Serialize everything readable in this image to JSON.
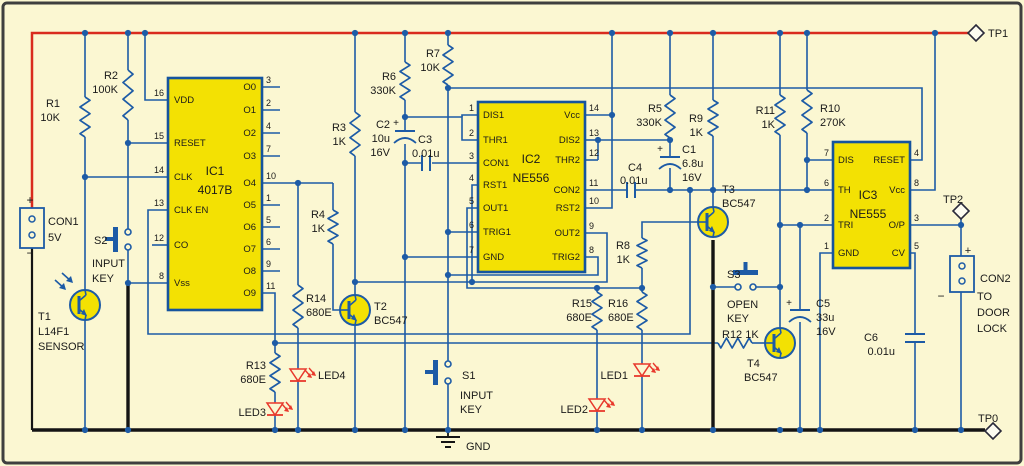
{
  "colors": {
    "background": "#FBF7D2",
    "border": "#3f3f3f",
    "wire": "#1d5ba6",
    "power_rail": "#d92b1e",
    "ground_rail": "#141414",
    "ic_fill": "#f3e103",
    "ic_border": "#15549e",
    "led": "#e8382c",
    "text": "#1a1a1a"
  },
  "test_points": [
    "TP1",
    "TP2",
    "TP0"
  ],
  "texts": [
    [
      988,
      37,
      "s",
      11,
      "TP1"
    ],
    [
      943,
      203,
      "s",
      11,
      "TP2"
    ],
    [
      978,
      422,
      "s",
      11,
      "TP0"
    ],
    [
      466,
      450,
      "s",
      11,
      "GND"
    ],
    [
      60,
      107,
      "e",
      11,
      "R1"
    ],
    [
      60,
      121,
      "e",
      11,
      "10K"
    ],
    [
      118,
      79,
      "e",
      11,
      "R2"
    ],
    [
      118,
      93,
      "e",
      11,
      "100K"
    ],
    [
      48,
      225,
      "s",
      11,
      "CON1"
    ],
    [
      48,
      241,
      "s",
      11,
      "5V"
    ],
    [
      30,
      204,
      "m",
      12,
      "+"
    ],
    [
      30,
      257,
      "m",
      12,
      "−"
    ],
    [
      94,
      244,
      "s",
      11,
      "S2"
    ],
    [
      92,
      267,
      "s",
      11,
      "INPUT"
    ],
    [
      92,
      282,
      "s",
      11,
      "KEY"
    ],
    [
      38,
      320,
      "s",
      11,
      "T1"
    ],
    [
      38,
      335,
      "s",
      11,
      "L14F1"
    ],
    [
      38,
      350,
      "s",
      11,
      "SENSOR"
    ],
    [
      215,
      175,
      "m",
      12,
      "IC1"
    ],
    [
      215,
      194,
      "m",
      12,
      "4017B"
    ],
    [
      174,
      103,
      "s",
      9.5,
      "VDD"
    ],
    [
      174,
      146,
      "s",
      9.5,
      "RESET"
    ],
    [
      174,
      180,
      "s",
      9.5,
      "CLK"
    ],
    [
      174,
      213,
      "s",
      9.5,
      "CLK EN"
    ],
    [
      174,
      248,
      "s",
      9.5,
      "CO"
    ],
    [
      174,
      286,
      "s",
      9.5,
      "Vss"
    ],
    [
      256,
      90,
      "e",
      9.5,
      "O0"
    ],
    [
      256,
      113,
      "e",
      9.5,
      "O1"
    ],
    [
      256,
      136,
      "e",
      9.5,
      "O2"
    ],
    [
      256,
      159,
      "e",
      9.5,
      "O3"
    ],
    [
      256,
      186,
      "e",
      9.5,
      "O4"
    ],
    [
      256,
      208,
      "e",
      9.5,
      "O5"
    ],
    [
      256,
      230,
      "e",
      9.5,
      "O6"
    ],
    [
      256,
      252,
      "e",
      9.5,
      "O7"
    ],
    [
      256,
      274,
      "e",
      9.5,
      "O8"
    ],
    [
      256,
      296,
      "e",
      9.5,
      "O9"
    ],
    [
      164,
      96,
      "e",
      9,
      "16"
    ],
    [
      164,
      139,
      "e",
      9,
      "15"
    ],
    [
      164,
      173,
      "e",
      9,
      "14"
    ],
    [
      164,
      206,
      "e",
      9,
      "13"
    ],
    [
      164,
      241,
      "e",
      9,
      "12"
    ],
    [
      164,
      279,
      "e",
      9,
      "8"
    ],
    [
      266,
      83,
      "s",
      9,
      "3"
    ],
    [
      266,
      106,
      "s",
      9,
      "2"
    ],
    [
      266,
      129,
      "s",
      9,
      "4"
    ],
    [
      266,
      152,
      "s",
      9,
      "7"
    ],
    [
      266,
      179,
      "s",
      9,
      "10"
    ],
    [
      266,
      201,
      "s",
      9,
      "1"
    ],
    [
      266,
      223,
      "s",
      9,
      "5"
    ],
    [
      266,
      245,
      "s",
      9,
      "6"
    ],
    [
      266,
      267,
      "s",
      9,
      "9"
    ],
    [
      266,
      289,
      "s",
      9,
      "11"
    ],
    [
      346,
      131,
      "e",
      11,
      "R3"
    ],
    [
      346,
      145,
      "e",
      11,
      "1K"
    ],
    [
      325,
      218,
      "e",
      11,
      "R4"
    ],
    [
      325,
      232,
      "e",
      11,
      "1K"
    ],
    [
      306,
      302,
      "s",
      11,
      "R14"
    ],
    [
      306,
      316,
      "s",
      11,
      "680E"
    ],
    [
      266,
      369,
      "e",
      11,
      "R13"
    ],
    [
      266,
      383,
      "e",
      11,
      "680E"
    ],
    [
      318,
      379,
      "s",
      11,
      "LED4"
    ],
    [
      266,
      416,
      "e",
      11,
      "LED3"
    ],
    [
      374,
      310,
      "s",
      11,
      "T2"
    ],
    [
      374,
      324,
      "s",
      11,
      "BC547"
    ],
    [
      396,
      80,
      "e",
      11,
      "R6"
    ],
    [
      396,
      94,
      "e",
      11,
      "330K"
    ],
    [
      440,
      57,
      "e",
      11,
      "R7"
    ],
    [
      440,
      71,
      "e",
      11,
      "10K"
    ],
    [
      390,
      128,
      "e",
      11,
      "C2"
    ],
    [
      390,
      142,
      "e",
      11,
      "10u"
    ],
    [
      390,
      156,
      "e",
      11,
      "16V"
    ],
    [
      396,
      126,
      "m",
      10,
      "+"
    ],
    [
      418,
      143,
      "s",
      11,
      "C3"
    ],
    [
      412,
      157,
      "s",
      11,
      "0.01u"
    ],
    [
      462,
      379,
      "s",
      11,
      "S1"
    ],
    [
      460,
      399,
      "s",
      11,
      "INPUT"
    ],
    [
      460,
      413,
      "s",
      11,
      "KEY"
    ],
    [
      531,
      163,
      "m",
      12,
      "IC2"
    ],
    [
      531,
      182,
      "m",
      12,
      "NE556"
    ],
    [
      483,
      118,
      "s",
      9.5,
      "DIS1"
    ],
    [
      483,
      143,
      "s",
      9.5,
      "THR1"
    ],
    [
      483,
      166,
      "s",
      9.5,
      "CON1"
    ],
    [
      483,
      188,
      "s",
      9.5,
      "RST1"
    ],
    [
      483,
      211,
      "s",
      9.5,
      "OUT1"
    ],
    [
      483,
      235,
      "s",
      9.5,
      "TRIG1"
    ],
    [
      483,
      260,
      "s",
      9.5,
      "GND"
    ],
    [
      580,
      118,
      "e",
      9.5,
      "Vcc"
    ],
    [
      580,
      143,
      "e",
      9.5,
      "DIS2"
    ],
    [
      580,
      163,
      "e",
      9.5,
      "THR2"
    ],
    [
      580,
      193,
      "e",
      9.5,
      "CON2"
    ],
    [
      580,
      211,
      "e",
      9.5,
      "RST2"
    ],
    [
      580,
      236,
      "e",
      9.5,
      "OUT2"
    ],
    [
      580,
      260,
      "e",
      9.5,
      "TRIG2"
    ],
    [
      474,
      111,
      "e",
      9,
      "1"
    ],
    [
      474,
      136,
      "e",
      9,
      "2"
    ],
    [
      474,
      159,
      "e",
      9,
      "3"
    ],
    [
      474,
      181,
      "e",
      9,
      "4"
    ],
    [
      474,
      204,
      "e",
      9,
      "5"
    ],
    [
      474,
      228,
      "e",
      9,
      "6"
    ],
    [
      474,
      253,
      "e",
      9,
      "7"
    ],
    [
      589,
      111,
      "s",
      9,
      "14"
    ],
    [
      589,
      136,
      "s",
      9,
      "13"
    ],
    [
      589,
      156,
      "s",
      9,
      "12"
    ],
    [
      589,
      186,
      "s",
      9,
      "11"
    ],
    [
      589,
      204,
      "s",
      9,
      "10"
    ],
    [
      589,
      229,
      "s",
      9,
      "9"
    ],
    [
      589,
      253,
      "s",
      9,
      "8"
    ],
    [
      592,
      307,
      "e",
      11,
      "R15"
    ],
    [
      592,
      321,
      "e",
      11,
      "680E"
    ],
    [
      608,
      307,
      "s",
      11,
      "R16"
    ],
    [
      608,
      321,
      "s",
      11,
      "680E"
    ],
    [
      630,
      249,
      "e",
      11,
      "R8"
    ],
    [
      630,
      263,
      "e",
      11,
      "1K"
    ],
    [
      628,
      379,
      "e",
      11,
      "LED1"
    ],
    [
      588,
      413,
      "e",
      11,
      "LED2"
    ],
    [
      662,
      112,
      "e",
      11,
      "R5"
    ],
    [
      662,
      126,
      "e",
      11,
      "330K"
    ],
    [
      703,
      122,
      "e",
      11,
      "R9"
    ],
    [
      703,
      136,
      "e",
      11,
      "1K"
    ],
    [
      682,
      153,
      "s",
      11,
      "C1"
    ],
    [
      682,
      167,
      "s",
      11,
      "6.8u"
    ],
    [
      682,
      181,
      "s",
      11,
      "16V"
    ],
    [
      660,
      152,
      "m",
      10,
      "+"
    ],
    [
      628,
      171,
      "s",
      11,
      "C4"
    ],
    [
      620,
      184,
      "s",
      11,
      "0.01u"
    ],
    [
      722,
      193,
      "s",
      11,
      "T3"
    ],
    [
      722,
      207,
      "s",
      11,
      "BC547"
    ],
    [
      727,
      278,
      "s",
      11,
      "S3"
    ],
    [
      727,
      308,
      "s",
      11,
      "OPEN"
    ],
    [
      727,
      322,
      "s",
      11,
      "KEY"
    ],
    [
      722,
      338,
      "s",
      11,
      "R12  1K"
    ],
    [
      747,
      367,
      "s",
      11,
      "T4"
    ],
    [
      744,
      381,
      "s",
      11,
      "BC547"
    ],
    [
      775,
      114,
      "e",
      11,
      "R11"
    ],
    [
      775,
      128,
      "e",
      11,
      "1K"
    ],
    [
      820,
      112,
      "s",
      11,
      "R10"
    ],
    [
      820,
      126,
      "s",
      11,
      "270K"
    ],
    [
      816,
      307,
      "s",
      11,
      "C5"
    ],
    [
      816,
      321,
      "s",
      11,
      "33u"
    ],
    [
      816,
      335,
      "s",
      11,
      "16V"
    ],
    [
      789,
      306,
      "m",
      10,
      "+"
    ],
    [
      878,
      341,
      "e",
      11,
      "C6"
    ],
    [
      895,
      355,
      "e",
      11,
      "0.01u"
    ],
    [
      868,
      199,
      "m",
      12,
      "IC3"
    ],
    [
      868,
      218,
      "m",
      12,
      "NE555"
    ],
    [
      838,
      163,
      "s",
      9.5,
      "DIS"
    ],
    [
      838,
      193,
      "s",
      9.5,
      "TH"
    ],
    [
      838,
      228,
      "s",
      9.5,
      "TRI"
    ],
    [
      838,
      256,
      "s",
      9.5,
      "GND"
    ],
    [
      905,
      163,
      "e",
      9.5,
      "RESET"
    ],
    [
      905,
      193,
      "e",
      9.5,
      "Vcc"
    ],
    [
      905,
      228,
      "e",
      9.5,
      "O/P"
    ],
    [
      905,
      256,
      "e",
      9.5,
      "CV"
    ],
    [
      829,
      156,
      "e",
      9,
      "7"
    ],
    [
      829,
      186,
      "e",
      9,
      "6"
    ],
    [
      829,
      221,
      "e",
      9,
      "2"
    ],
    [
      829,
      249,
      "e",
      9,
      "1"
    ],
    [
      914,
      156,
      "s",
      9,
      "4"
    ],
    [
      914,
      186,
      "s",
      9,
      "8"
    ],
    [
      914,
      221,
      "s",
      9,
      "3"
    ],
    [
      914,
      249,
      "s",
      9,
      "5"
    ],
    [
      980,
      282,
      "s",
      11,
      "CON2"
    ],
    [
      977,
      300,
      "s",
      11,
      "TO"
    ],
    [
      977,
      316,
      "s",
      11,
      "DOOR"
    ],
    [
      977,
      332,
      "s",
      11,
      "LOCK"
    ],
    [
      968,
      254,
      "m",
      11,
      "+"
    ],
    [
      941,
      300,
      "m",
      12,
      "−"
    ]
  ]
}
